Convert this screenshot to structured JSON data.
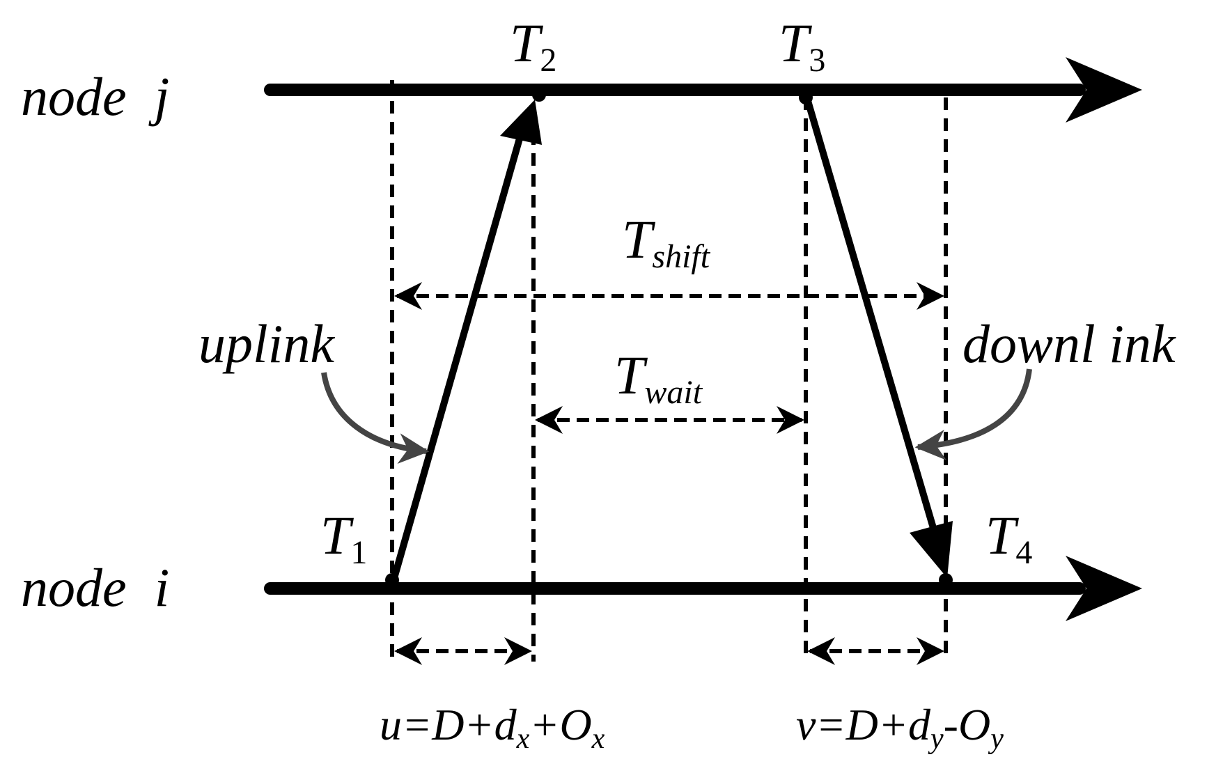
{
  "nodes": {
    "top": {
      "word": "node",
      "letter": "j"
    },
    "bottom": {
      "word": "node",
      "letter": "i"
    }
  },
  "timestamps": [
    {
      "base": "T",
      "sub": "1"
    },
    {
      "base": "T",
      "sub": "2"
    },
    {
      "base": "T",
      "sub": "3"
    },
    {
      "base": "T",
      "sub": "4"
    }
  ],
  "intervals": {
    "shift": {
      "base": "T",
      "sub": "shift"
    },
    "wait": {
      "base": "T",
      "sub": "wait"
    }
  },
  "links": {
    "uplink": "uplink",
    "downlink": "downl ink"
  },
  "equations": {
    "u": {
      "lhs": "u",
      "mid": "=D+d",
      "sub1": "x",
      "op": "+O",
      "sub2": "x"
    },
    "v": {
      "lhs": "v",
      "mid": "=D+d",
      "sub1": "y",
      "op": "-O",
      "sub2": "y"
    }
  },
  "colors": {
    "stroke": "#000000",
    "curved_arrow": "#444444"
  }
}
